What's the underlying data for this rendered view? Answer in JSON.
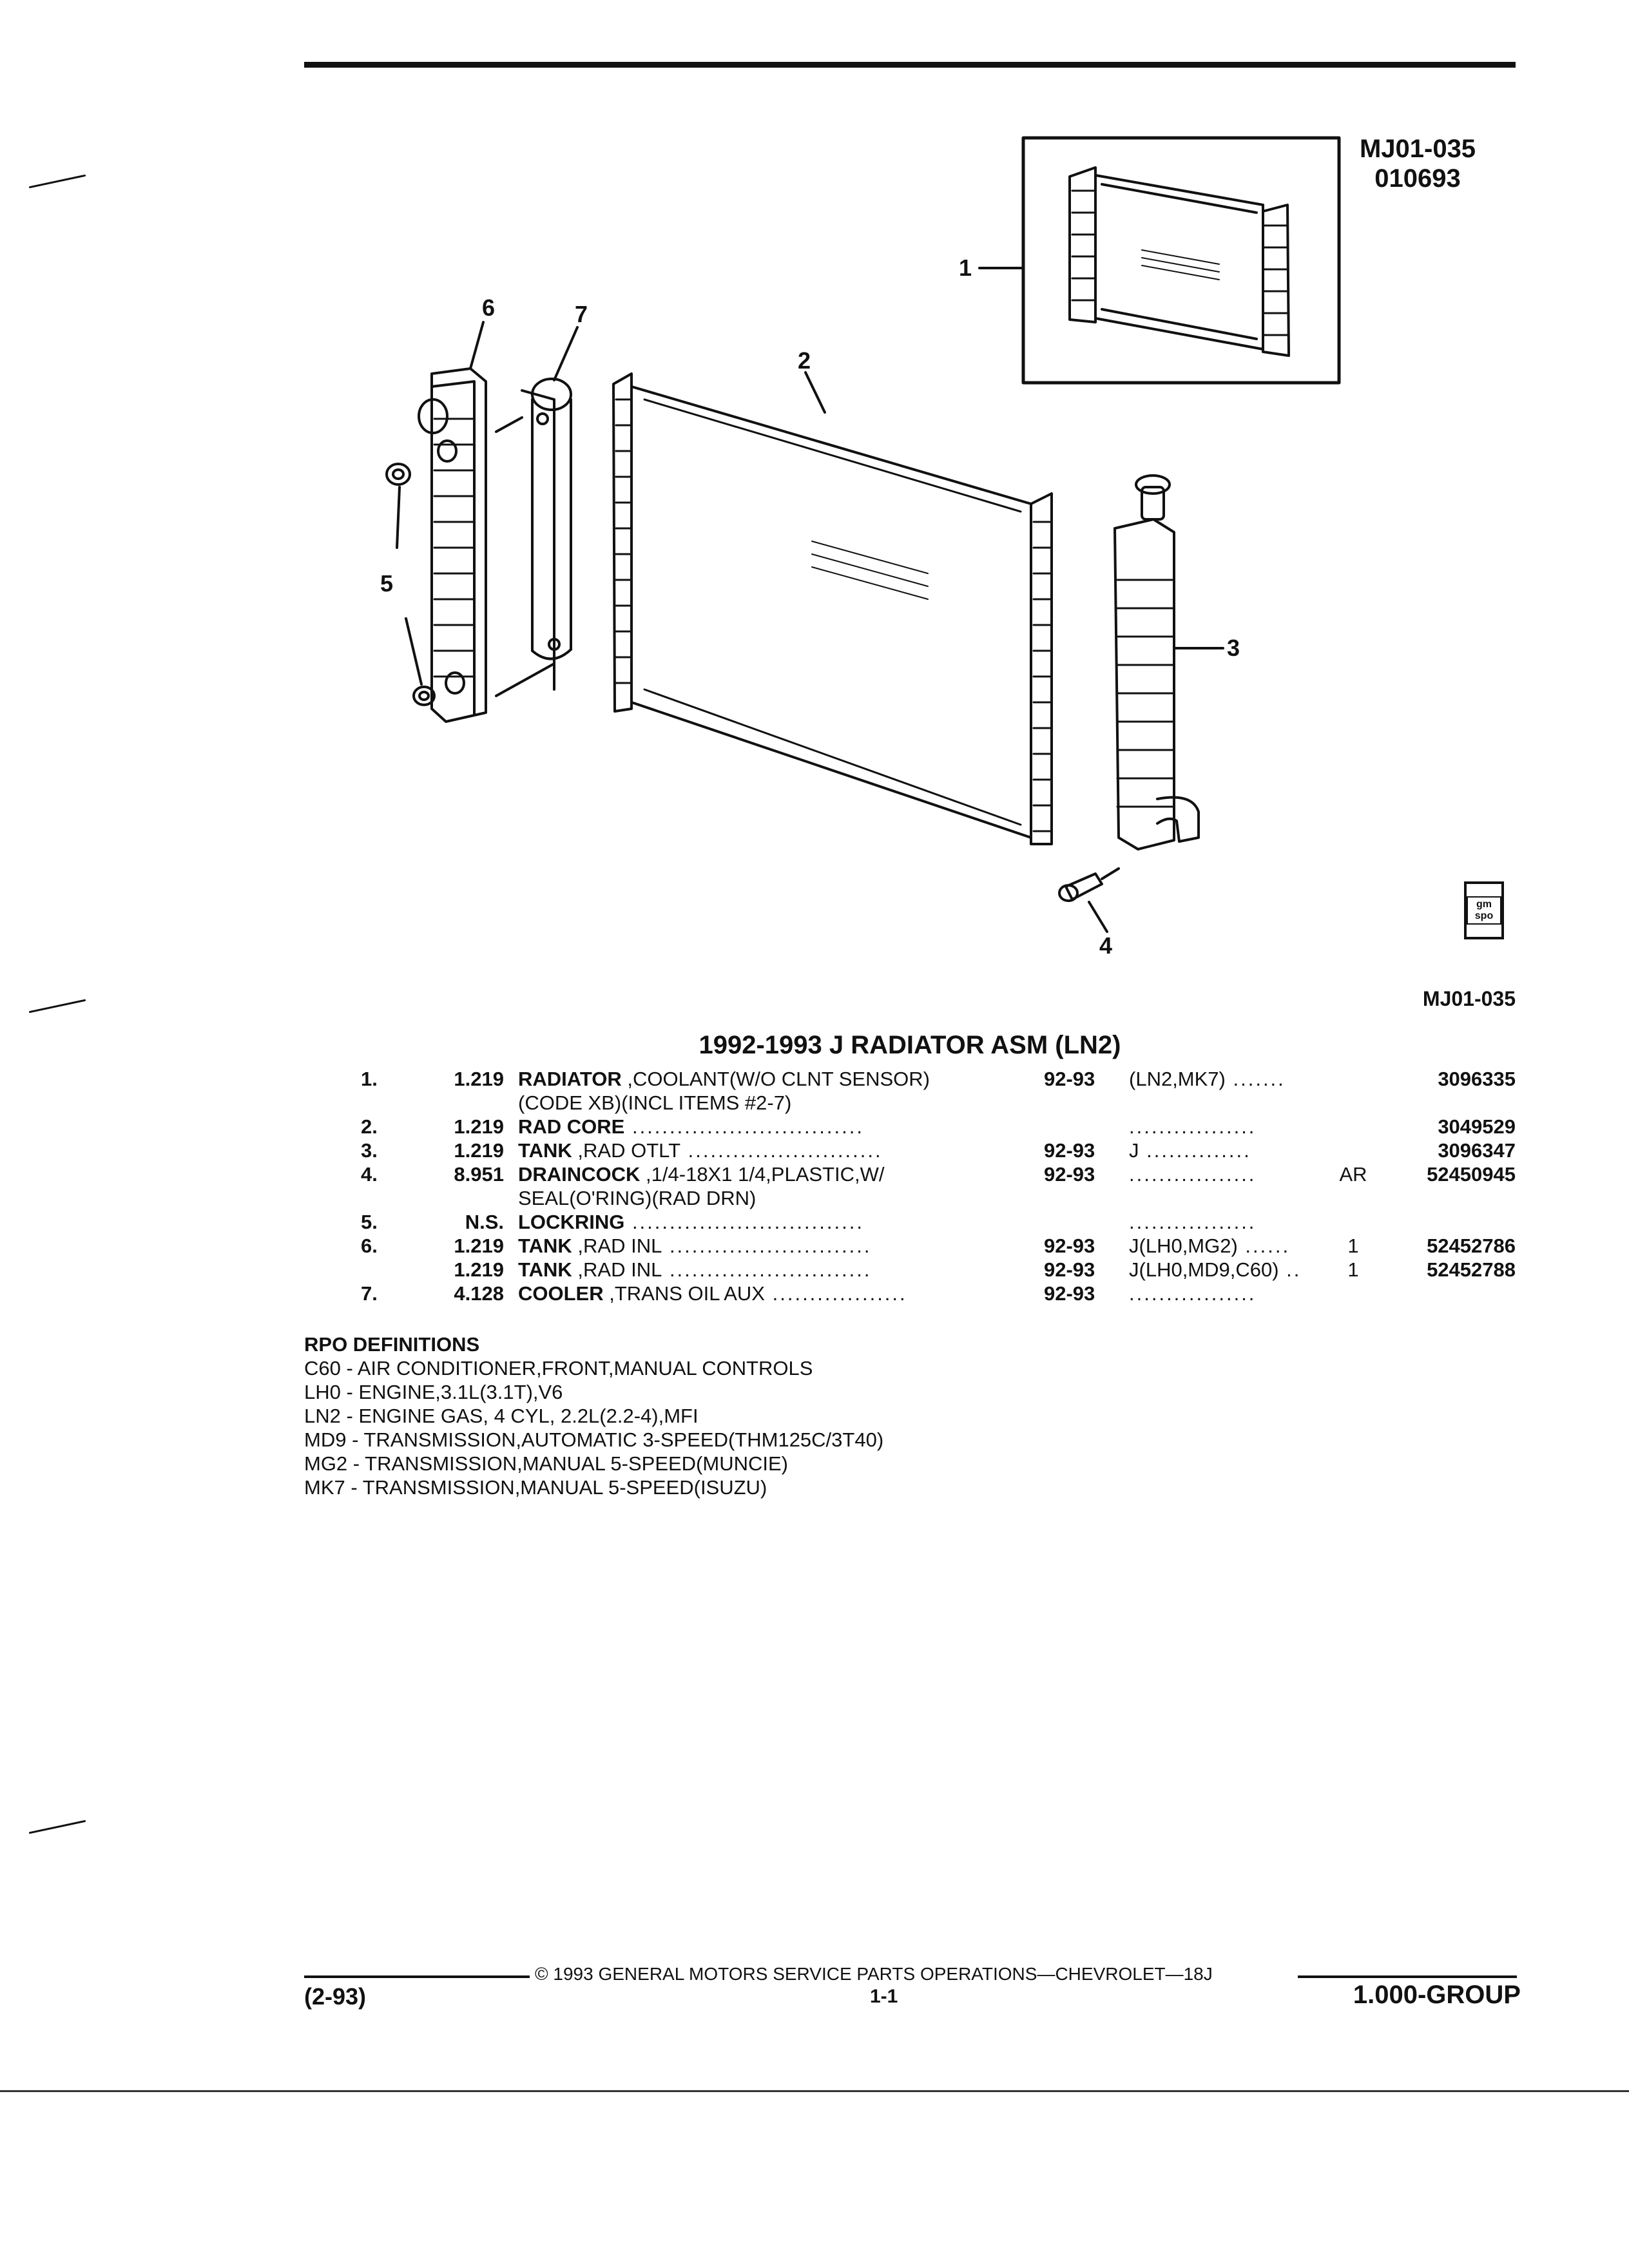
{
  "ref_code": "MJ01-035",
  "ref_date": "010693",
  "figure_code": "MJ01-035",
  "badge_text": "gm spo",
  "title": "1992-1993 J RADIATOR ASM (LN2)",
  "diagram_callouts": [
    "1",
    "2",
    "3",
    "4",
    "5",
    "6",
    "7"
  ],
  "parts": [
    {
      "no": "1.",
      "ill": "1.219",
      "name": "RADIATOR",
      "rest": " ,COOLANT(W/O CLNT SENSOR)",
      "dots": "",
      "line2": "(CODE XB)(INCL ITEMS #2-7)",
      "years": "92-93",
      "usage": "(LN2,MK7)",
      "usage_dots": " .......",
      "qty": "",
      "part": "3096335"
    },
    {
      "no": "2.",
      "ill": "1.219",
      "name": "RAD CORE",
      "rest": "",
      "dots": " ...............................",
      "line2": "",
      "years": "",
      "usage": "",
      "usage_dots": ".................",
      "qty": "",
      "part": "3049529"
    },
    {
      "no": "3.",
      "ill": "1.219",
      "name": "TANK",
      "rest": " ,RAD OTLT",
      "dots": " ..........................",
      "line2": "",
      "years": "92-93",
      "usage": "J",
      "usage_dots": " ..............",
      "qty": "",
      "part": "3096347"
    },
    {
      "no": "4.",
      "ill": "8.951",
      "name": "DRAINCOCK",
      "rest": " ,1/4-18X1 1/4,PLASTIC,W/",
      "dots": "",
      "line2": "SEAL(O'RING)(RAD DRN)",
      "years": "92-93",
      "usage": "",
      "usage_dots": ".................",
      "qty": "AR",
      "part": "52450945"
    },
    {
      "no": "5.",
      "ill": "N.S.",
      "name": "LOCKRING",
      "rest": "",
      "dots": " ...............................",
      "line2": "",
      "years": "",
      "usage": "",
      "usage_dots": ".................",
      "qty": "",
      "part": ""
    },
    {
      "no": "6.",
      "ill": "1.219",
      "name": "TANK",
      "rest": " ,RAD INL",
      "dots": " ...........................",
      "line2": "",
      "years": "92-93",
      "usage": "J(LH0,MG2)",
      "usage_dots": " ......",
      "qty": "1",
      "part": "52452786"
    },
    {
      "no": "",
      "ill": "1.219",
      "name": "TANK",
      "rest": " ,RAD INL",
      "dots": " ...........................",
      "line2": "",
      "years": "92-93",
      "usage": "J(LH0,MD9,C60)",
      "usage_dots": " ..",
      "qty": "1",
      "part": "52452788"
    },
    {
      "no": "7.",
      "ill": "4.128",
      "name": "COOLER",
      "rest": " ,TRANS OIL AUX",
      "dots": " ..................",
      "line2": "",
      "years": "92-93",
      "usage": "",
      "usage_dots": ".................",
      "qty": "",
      "part": ""
    }
  ],
  "rpo": {
    "heading": "RPO DEFINITIONS",
    "items": [
      "C60 - AIR CONDITIONER,FRONT,MANUAL CONTROLS",
      "LH0 - ENGINE,3.1L(3.1T),V6",
      "LN2 - ENGINE GAS, 4 CYL, 2.2L(2.2-4),MFI",
      "MD9 - TRANSMISSION,AUTOMATIC 3-SPEED(THM125C/3T40)",
      "MG2 - TRANSMISSION,MANUAL 5-SPEED(MUNCIE)",
      "MK7 - TRANSMISSION,MANUAL 5-SPEED(ISUZU)"
    ]
  },
  "footer": {
    "date": "(2-93)",
    "copyright": "© 1993 GENERAL MOTORS SERVICE PARTS OPERATIONS—CHEVROLET—18J",
    "page": "1-1",
    "group": "1.000-GROUP"
  }
}
